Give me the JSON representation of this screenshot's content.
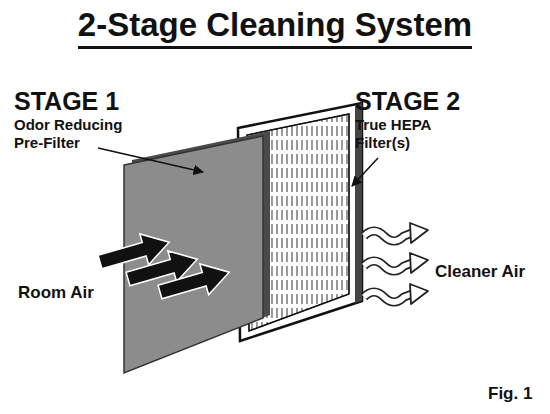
{
  "diagram": {
    "title": "2-Stage Cleaning System",
    "caption": "Fig. 1",
    "labels": [
      "STAGE 1",
      "Odor Reducing Pre-Filter",
      "STAGE 2",
      "True HEPA Filter(s)",
      "Room Air",
      "Cleaner Air"
    ]
  }
}
